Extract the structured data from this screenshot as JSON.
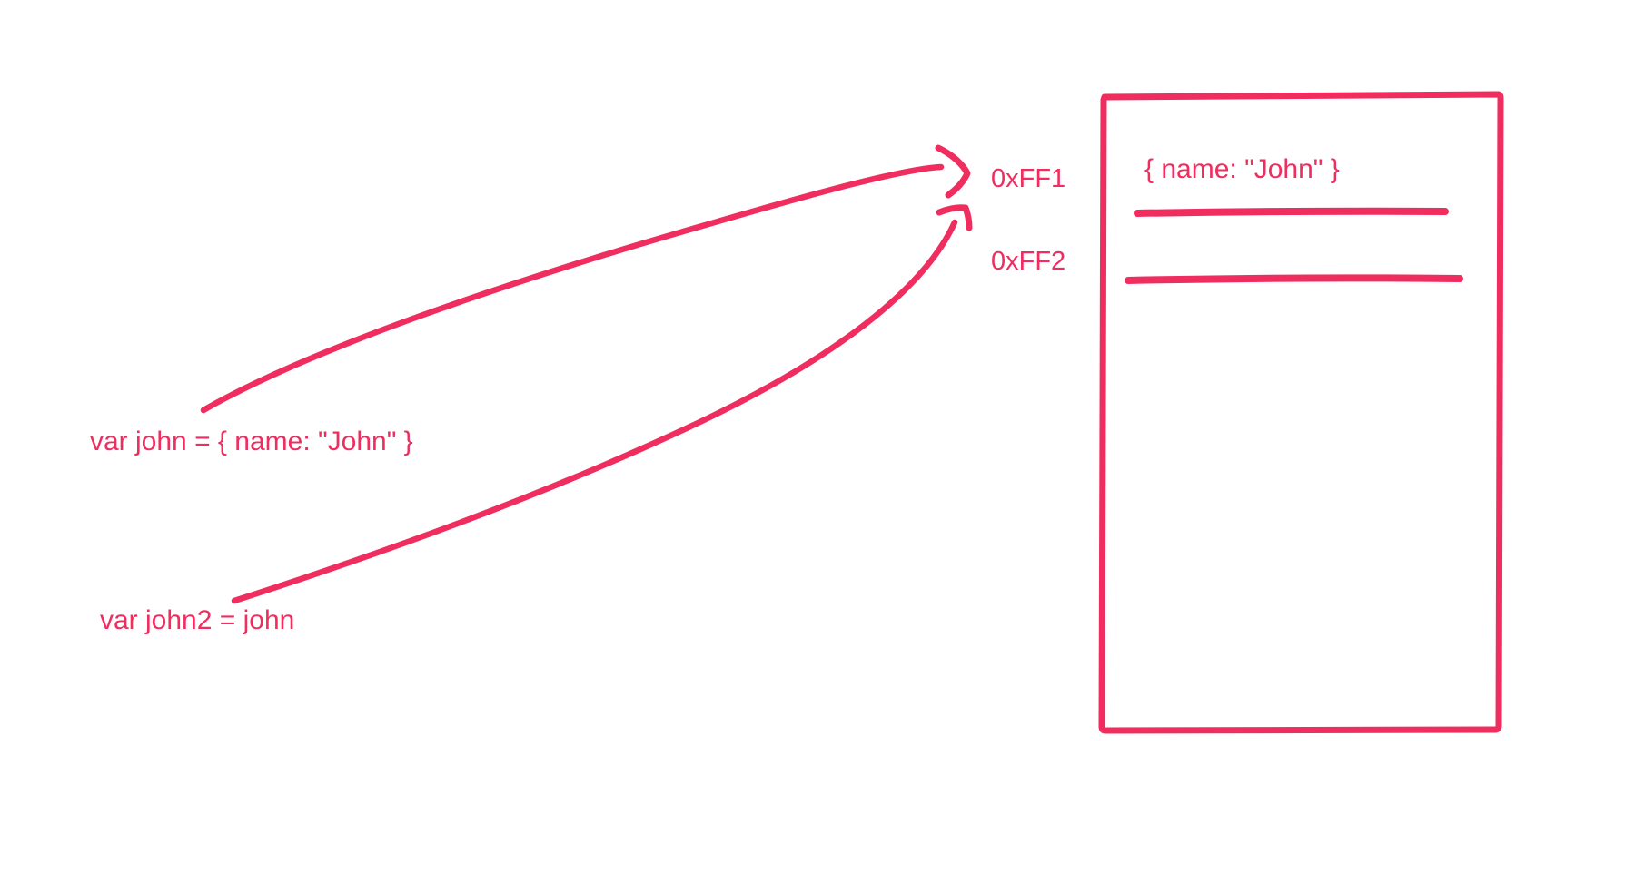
{
  "colors": {
    "ink": "#f02d5f",
    "background": "#ffffff"
  },
  "labels": {
    "var_john": "var john = { name: \"John\" }",
    "var_john2": "var john2 = john"
  },
  "memory": {
    "address_1": "0xFF1",
    "address_2": "0xFF2",
    "object_value": "{ name: \"John\" }"
  }
}
